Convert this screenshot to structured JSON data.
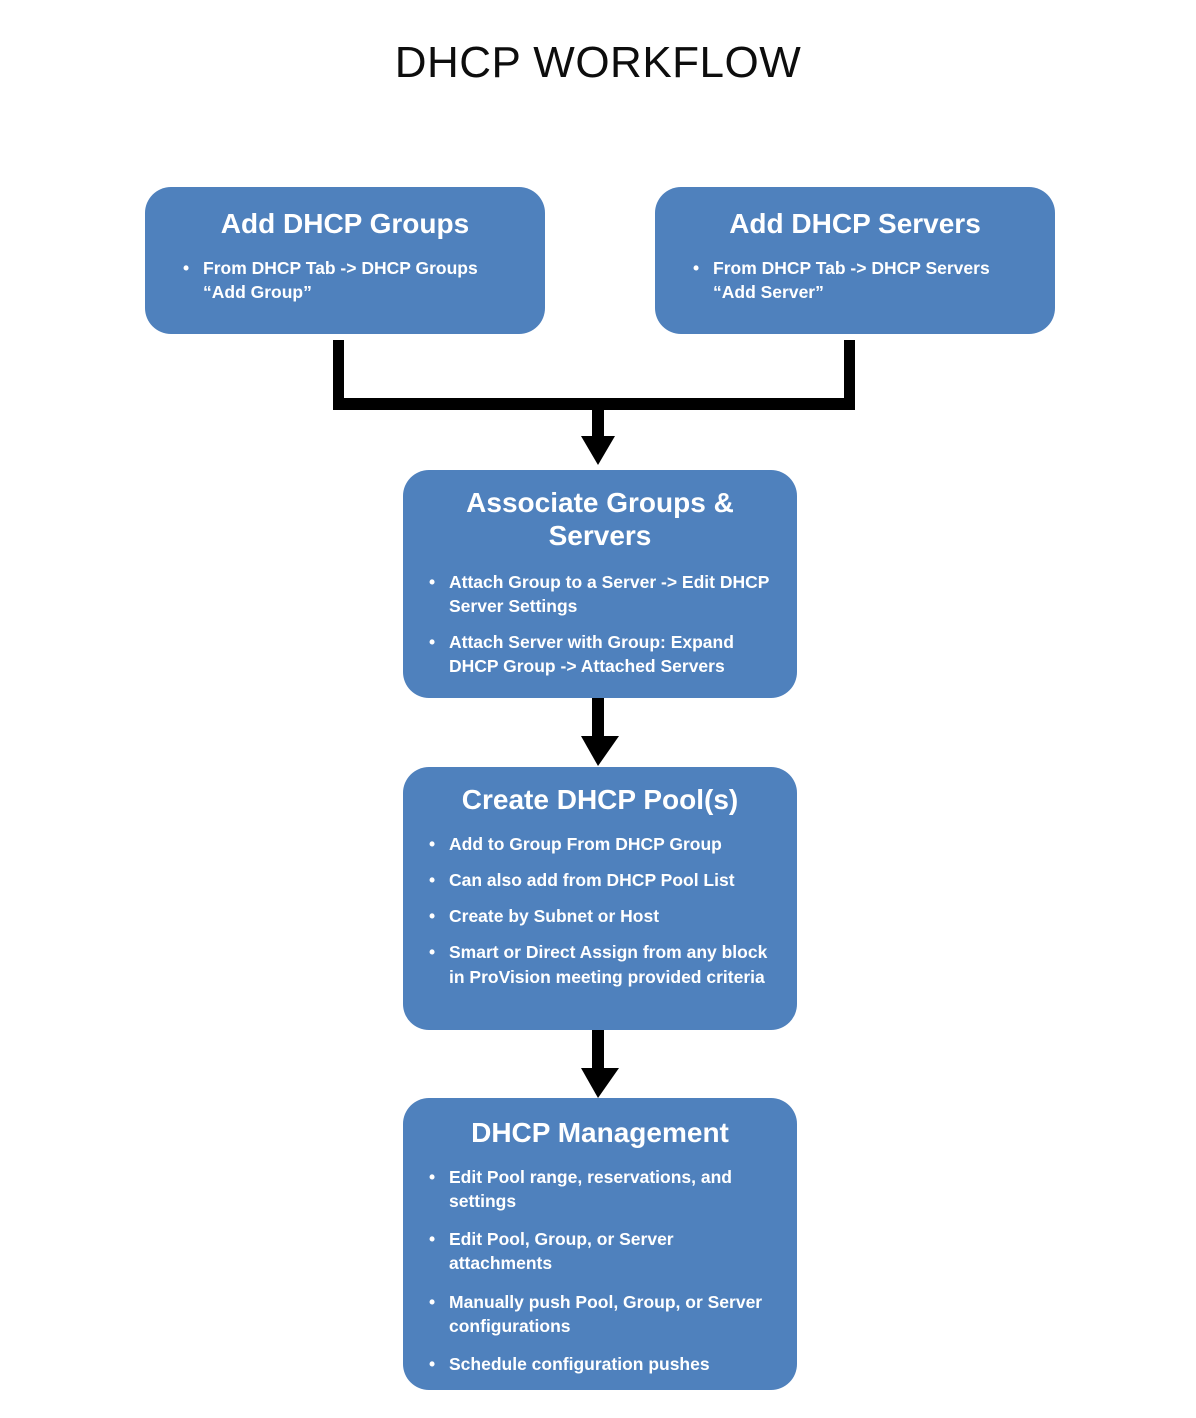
{
  "title": "DHCP WORKFLOW",
  "colors": {
    "box_fill": "#4F81BD",
    "box_text": "#FFFFFF",
    "connector": "#000000",
    "title_text": "#0D0D0D",
    "background": "#FFFFFF"
  },
  "nodes": [
    {
      "id": "add-dhcp-groups",
      "title": "Add DHCP Groups",
      "bullets": [
        "From  DHCP Tab -> DHCP Groups “Add Group”"
      ]
    },
    {
      "id": "add-dhcp-servers",
      "title": "Add DHCP Servers",
      "bullets": [
        "From  DHCP Tab -> DHCP Servers “Add Server”"
      ]
    },
    {
      "id": "associate-groups-servers",
      "title": "Associate Groups & Servers",
      "bullets": [
        "Attach Group to a Server -> Edit DHCP Server Settings",
        "Attach Server with Group: Expand DHCP Group -> Attached Servers"
      ]
    },
    {
      "id": "create-dhcp-pools",
      "title": "Create DHCP Pool(s)",
      "bullets": [
        "Add to Group From DHCP Group",
        "Can also add from DHCP Pool List",
        "Create by Subnet or Host",
        "Smart or Direct Assign from any block in ProVision meeting provided criteria"
      ]
    },
    {
      "id": "dhcp-management",
      "title": "DHCP Management",
      "bullets": [
        "Edit Pool range, reservations, and settings",
        "Edit Pool, Group, or Server attachments",
        "Manually push Pool, Group, or Server configurations",
        "Schedule configuration pushes"
      ]
    }
  ],
  "bullet_glyph": "•",
  "connectors": [
    {
      "id": "merge-to-associate",
      "from": [
        "add-dhcp-groups",
        "add-dhcp-servers"
      ],
      "to": "associate-groups-servers",
      "style": "merge-arrow-down"
    },
    {
      "id": "associate-to-pools",
      "from": [
        "associate-groups-servers"
      ],
      "to": "create-dhcp-pools",
      "style": "arrow-down"
    },
    {
      "id": "pools-to-management",
      "from": [
        "create-dhcp-pools"
      ],
      "to": "dhcp-management",
      "style": "arrow-down"
    }
  ]
}
